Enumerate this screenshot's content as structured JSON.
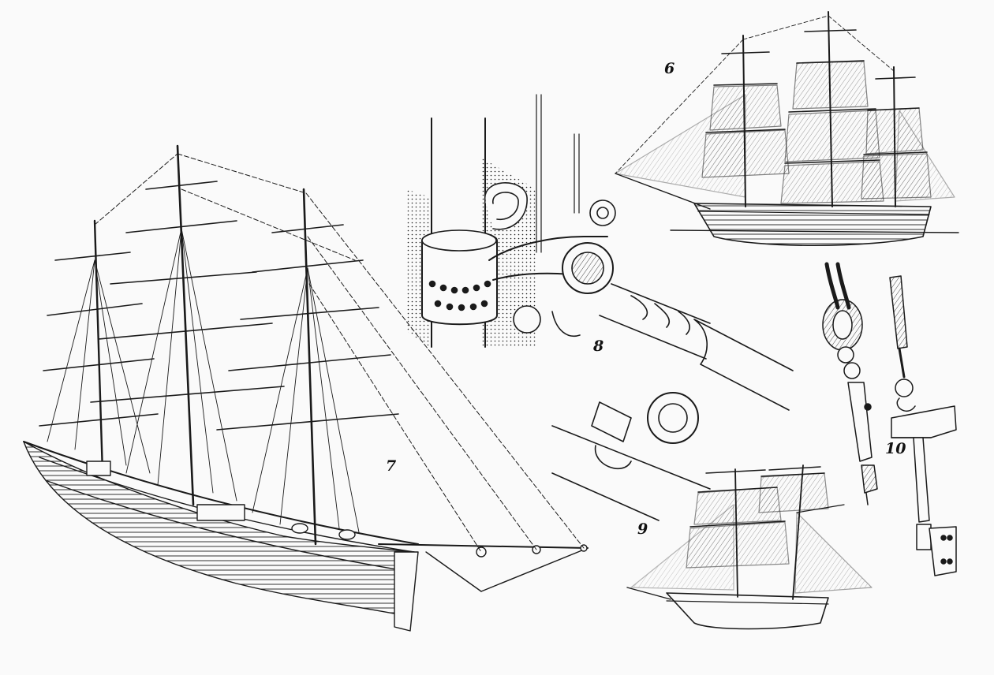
{
  "figure_labels": {
    "fig6": "6",
    "fig7": "7",
    "fig8": "8",
    "fig9": "9",
    "fig10": "10"
  },
  "colors": {
    "paper": "#fafafa",
    "ink": "#1a1a1a"
  }
}
